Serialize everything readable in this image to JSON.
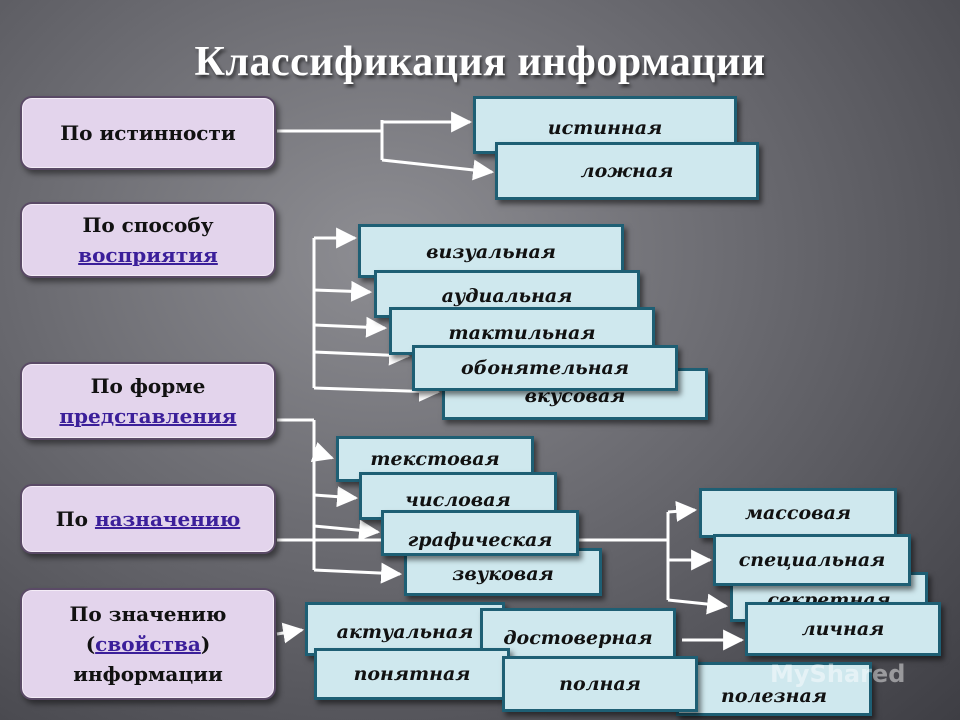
{
  "title": "Классификация информации",
  "categories": {
    "truth": "По истинности",
    "perception_1": "По способу",
    "perception_link": "восприятия",
    "form_1": "По форме",
    "form_link": "представления",
    "purpose_1": "По",
    "purpose_link": "назначению",
    "value_1": "По значению",
    "value_paren_open": "(",
    "value_link": "свойства",
    "value_paren_close": ")",
    "value_3": "информации"
  },
  "truth_items": [
    "истинная",
    "ложная"
  ],
  "perception_items": [
    "визуальная",
    "аудиальная",
    "тактильная",
    "вкусовая",
    "обонятельная"
  ],
  "form_items": [
    "текстовая",
    "числовая",
    "графическая",
    "звуковая"
  ],
  "purpose_items": [
    "массовая",
    "секретная",
    "специальная",
    "личная"
  ],
  "value_items": [
    "актуальная",
    "достоверная",
    "понятная",
    "полезная",
    "полная"
  ],
  "watermark": "MyShared",
  "colors": {
    "category_bg": "#e3d4ec",
    "item_bg": "#cfe8ee",
    "item_border": "#1e5f74",
    "link": "#3b1f9a"
  }
}
